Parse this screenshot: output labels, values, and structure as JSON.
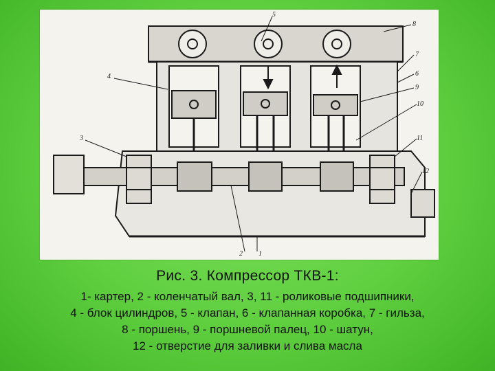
{
  "diagram": {
    "callouts": [
      "5",
      "8",
      "4",
      "7",
      "6",
      "9",
      "10",
      "3",
      "11",
      "12",
      "1",
      "2"
    ]
  },
  "caption": {
    "title": "Рис. 3. Компрессор ТКВ-1:",
    "lines": [
      "1- картер, 2 - коленчатый вал, 3, 11 - роликовые подшипники,",
      "4 - блок цилиндров, 5 - клапан, 6 - клапанная коробка, 7 - гильза,",
      "8 - поршень, 9 - поршневой палец, 10 - шатун,",
      "12 - отверстие для заливки и слива масла"
    ]
  }
}
